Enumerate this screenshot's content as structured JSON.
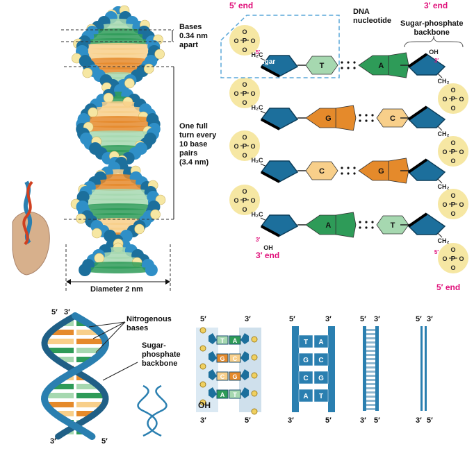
{
  "colors": {
    "sugar": "#1c6f9c",
    "phosphate_fill": "#f6e7a3",
    "pink_label": "#e0107a",
    "adenine": "#2e9b58",
    "thymine": "#a6d8b0",
    "guanine": "#e58a2b",
    "cytosine": "#f8cf8a",
    "backbone_band": "#2a7fb0"
  },
  "helix_model": {
    "bases_label": "Bases\n0.34 nm\napart",
    "turn_label": "One full\nturn every\n10 base\npairs\n(3.4 nm)",
    "diameter_label": "Diameter 2 nm"
  },
  "chemical": {
    "five_end_top": "5′ end",
    "three_end_top": "3′ end",
    "nucleotide_label": "DNA\nnucleotide",
    "backbone_label": "Sugar-phosphate\nbackbone",
    "three_end_bottom": "3′ end",
    "five_end_bottom": "5′ end",
    "sugar": "Sugar",
    "phosphorus": "P",
    "oxygen": "O",
    "h2c": "H₂C",
    "ch2": "CH₂",
    "oh": "OH",
    "prime5": "5′",
    "prime3": "3′",
    "rows": [
      {
        "left": "T",
        "right": "A"
      },
      {
        "left": "G",
        "right": "C"
      },
      {
        "left": "C",
        "right": "G"
      },
      {
        "left": "A",
        "right": "T"
      }
    ]
  },
  "simplified": {
    "five": "5′",
    "three": "3′",
    "nitrogenous_bases": "Nitrogenous\nbases",
    "sugar_phosphate_backbone": "Sugar-\nphosphate\nbackbone",
    "oh": "OH",
    "ladder_pairs": [
      {
        "left": "T",
        "right": "A"
      },
      {
        "left": "G",
        "right": "C"
      },
      {
        "left": "C",
        "right": "G"
      },
      {
        "left": "A",
        "right": "T"
      }
    ]
  }
}
